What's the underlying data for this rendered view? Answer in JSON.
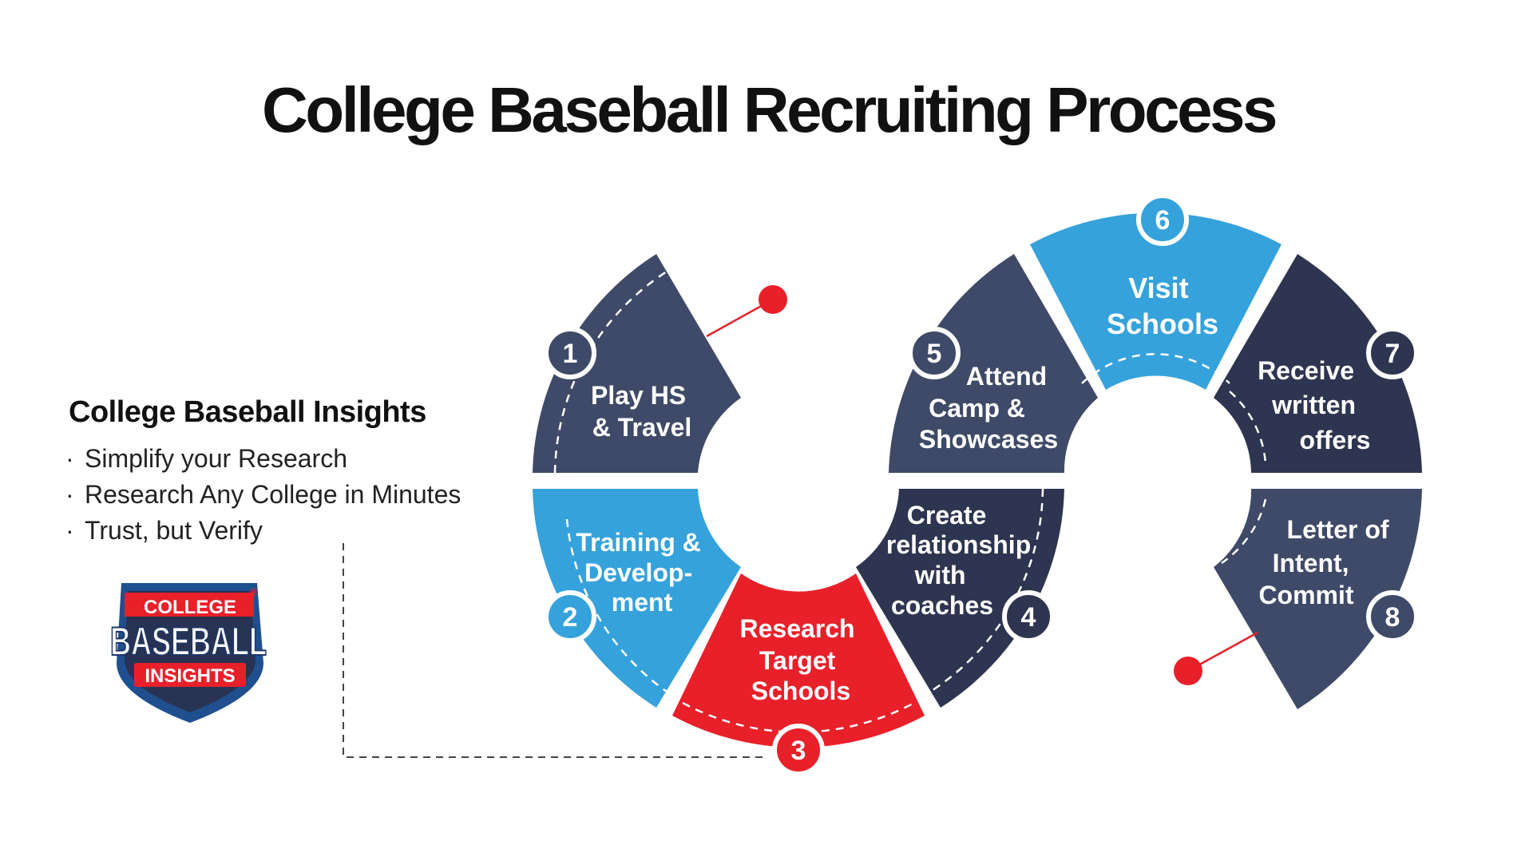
{
  "title": "College Baseball Recruiting Process",
  "sidebar": {
    "heading": "College Baseball Insights",
    "bullets": [
      "Simplify your Research",
      "Research Any College in Minutes",
      "Trust, but Verify"
    ]
  },
  "logo": {
    "line1": "COLLEGE",
    "line2": "BASEBALL",
    "line3": "INSIGHTS",
    "trademark": "®"
  },
  "colors": {
    "dark_slate": "#3f4a68",
    "navy": "#2e3550",
    "blue": "#35a2db",
    "red": "#e8202a"
  },
  "steps": [
    {
      "number": "1",
      "lines": [
        "Play HS",
        "& Travel"
      ]
    },
    {
      "number": "2",
      "lines": [
        "Training &",
        "Develop-",
        "ment"
      ]
    },
    {
      "number": "3",
      "lines": [
        "Research",
        "Target",
        "Schools"
      ]
    },
    {
      "number": "4",
      "lines": [
        "Create",
        "relationship",
        "with",
        "coaches"
      ]
    },
    {
      "number": "5",
      "lines": [
        "Attend",
        "Camp &",
        "Showcases"
      ]
    },
    {
      "number": "6",
      "lines": [
        "Visit",
        "Schools"
      ]
    },
    {
      "number": "7",
      "lines": [
        "Receive",
        "written",
        "offers"
      ]
    },
    {
      "number": "8",
      "lines": [
        "Letter of",
        "Intent,",
        "Commit"
      ]
    }
  ]
}
